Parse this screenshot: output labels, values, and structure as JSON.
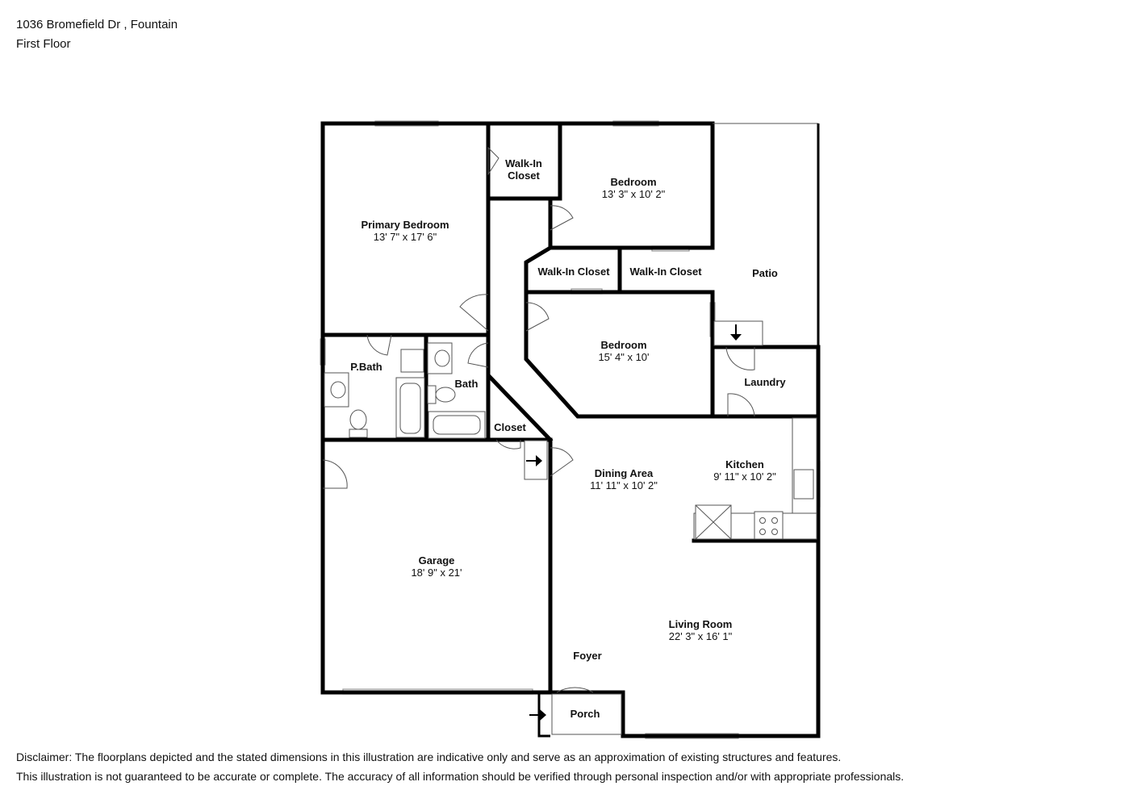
{
  "header": {
    "address": "1036 Bromefield Dr , Fountain",
    "floor": "First Floor"
  },
  "rooms": {
    "primary_bedroom": {
      "name": "Primary Bedroom",
      "dims": "13' 7\" x 17' 6\""
    },
    "walkin_closet_top": {
      "name_line1": "Walk-In",
      "name_line2": "Closet"
    },
    "bedroom_top": {
      "name": "Bedroom",
      "dims": "13' 3\" x 10' 2\""
    },
    "walkin_closet_left": {
      "name": "Walk-In Closet"
    },
    "walkin_closet_right": {
      "name": "Walk-In Closet"
    },
    "patio": {
      "name": "Patio"
    },
    "bedroom_middle": {
      "name": "Bedroom",
      "dims": "15' 4\" x 10'"
    },
    "p_bath": {
      "name": "P.Bath"
    },
    "bath": {
      "name": "Bath"
    },
    "closet": {
      "name": "Closet"
    },
    "laundry": {
      "name": "Laundry"
    },
    "kitchen": {
      "name": "Kitchen",
      "dims": "9' 11\" x 10' 2\""
    },
    "dining_area": {
      "name": "Dining Area",
      "dims": "11' 11\" x 10' 2\""
    },
    "garage": {
      "name": "Garage",
      "dims": "18' 9\" x 21'"
    },
    "living_room": {
      "name": "Living Room",
      "dims": "22' 3\" x 16' 1\""
    },
    "foyer": {
      "name": "Foyer"
    },
    "porch": {
      "name": "Porch"
    }
  },
  "disclaimer": {
    "line1": "Disclaimer: The floorplans depicted and the stated dimensions in this illustration are indicative only and serve as an approximation of existing structures and features.",
    "line2": "This illustration is not guaranteed to be accurate or complete. The accuracy of all information should be verified through personal inspection and/or with appropriate professionals."
  }
}
